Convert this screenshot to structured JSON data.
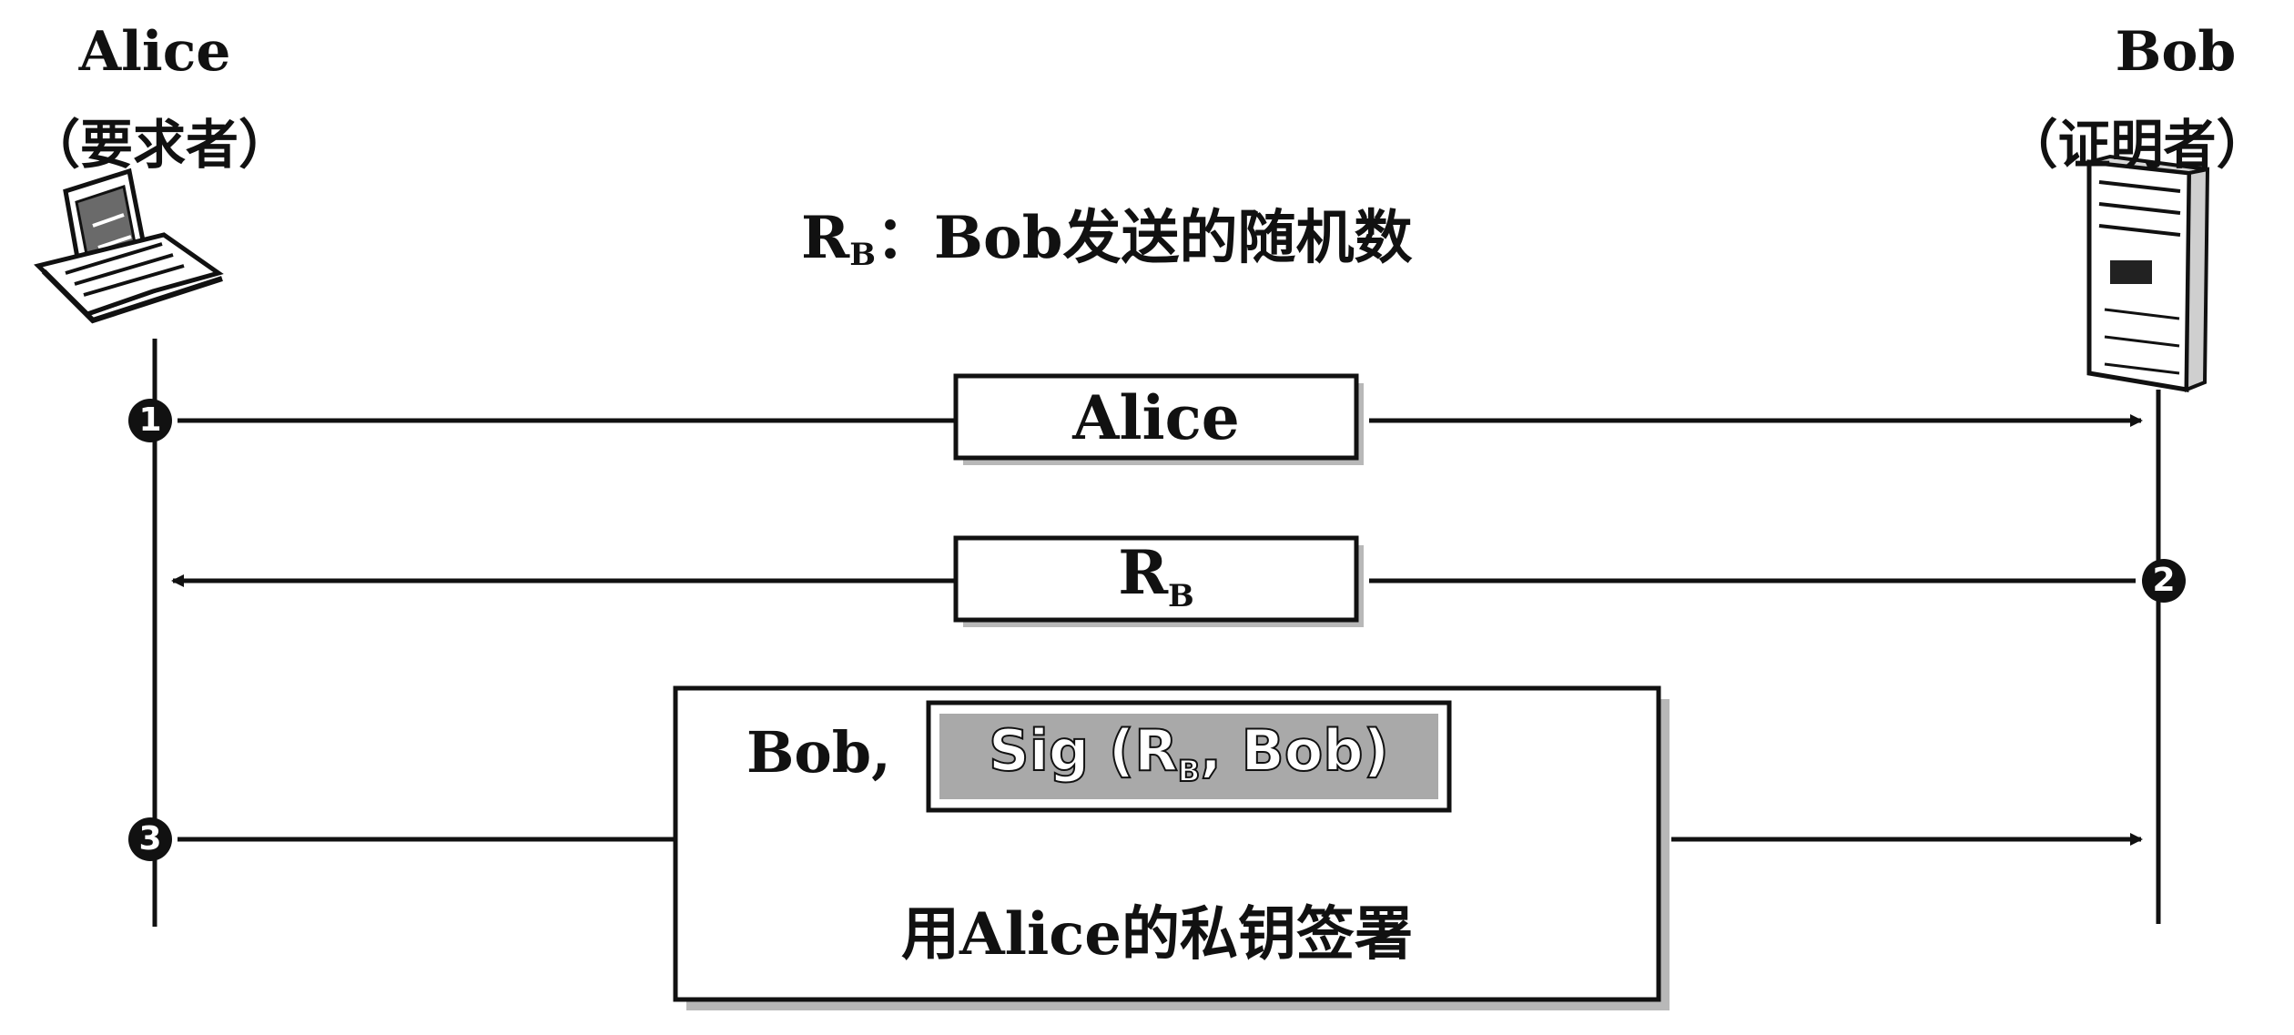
{
  "actors": {
    "alice": {
      "name": "Alice",
      "role": "（要求者）",
      "device_icon": "laptop-icon"
    },
    "bob": {
      "name": "Bob",
      "role": "（证明者）",
      "device_icon": "server-icon"
    }
  },
  "note": {
    "symbol": "R",
    "subscript": "B",
    "text": "：Bob发送的随机数"
  },
  "messages": [
    {
      "step": "1",
      "label": "Alice",
      "direction": "Alice→Bob"
    },
    {
      "step": "2",
      "label_symbol": "R",
      "label_subscript": "B",
      "direction": "Bob→Alice"
    },
    {
      "step": "3",
      "direction": "Alice→Bob",
      "from_text": "Bob,",
      "sig_prefix": "Sig (R",
      "sig_subscript": "B",
      "sig_suffix": ", Bob)",
      "note": "用Alice的私钥签署"
    }
  ],
  "colors": {
    "ink": "#111111",
    "background": "#ffffff"
  }
}
